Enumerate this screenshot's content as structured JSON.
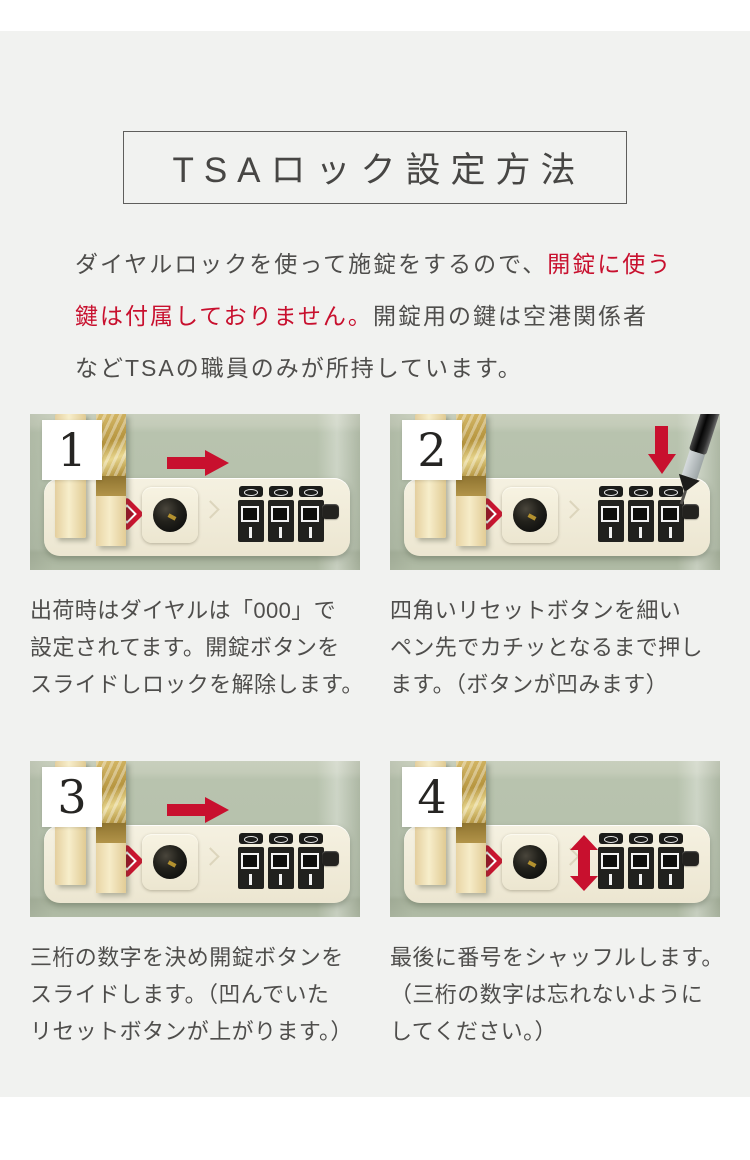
{
  "title": "TSAロック設定方法",
  "intro": {
    "lines": [
      [
        {
          "text": "ダイヤルロックを使って施錠をするので、",
          "style": "normal"
        },
        {
          "text": "開錠に使う",
          "style": "accent"
        }
      ],
      [
        {
          "text": "鍵は付属しておりません。",
          "style": "accent"
        },
        {
          "text": "開錠用の鍵は空港関係者",
          "style": "normal"
        }
      ],
      [
        {
          "text": "などTSAの職員のみが所持しています。",
          "style": "normal"
        }
      ]
    ]
  },
  "steps": [
    {
      "number": "1",
      "variant": "arrow-right",
      "caption_lines": [
        "出荷時はダイヤルは「000」で",
        "設定されてます。開錠ボタンを",
        "スライドしロックを解除します。"
      ]
    },
    {
      "number": "2",
      "variant": "pen-press",
      "caption_lines": [
        "四角いリセットボタンを細い",
        "ペン先でカチッとなるまで押し",
        "ます。（ボタンが凹みます）"
      ]
    },
    {
      "number": "3",
      "variant": "arrow-right",
      "caption_lines": [
        "三桁の数字を決め開錠ボタンを",
        "スライドします。（凹んでいた",
        "リセットボタンが上がります。）"
      ]
    },
    {
      "number": "4",
      "variant": "arrow-updown",
      "caption_lines": [
        "最後に番号をシャッフルします。",
        "（三桁の数字は忘れないように",
        "してください。）"
      ]
    }
  ],
  "colors": {
    "accent_red": "#c8102e",
    "text_dark": "#4f4e4c",
    "section_bg": "#f1f2f0",
    "suitcase_green": "#b6c1ac",
    "lock_panel_cream": "#f2edda",
    "handle_gold": "#d9bd6e"
  },
  "lock": {
    "dial_count": 3,
    "logo": "tsa-red-diamond"
  }
}
